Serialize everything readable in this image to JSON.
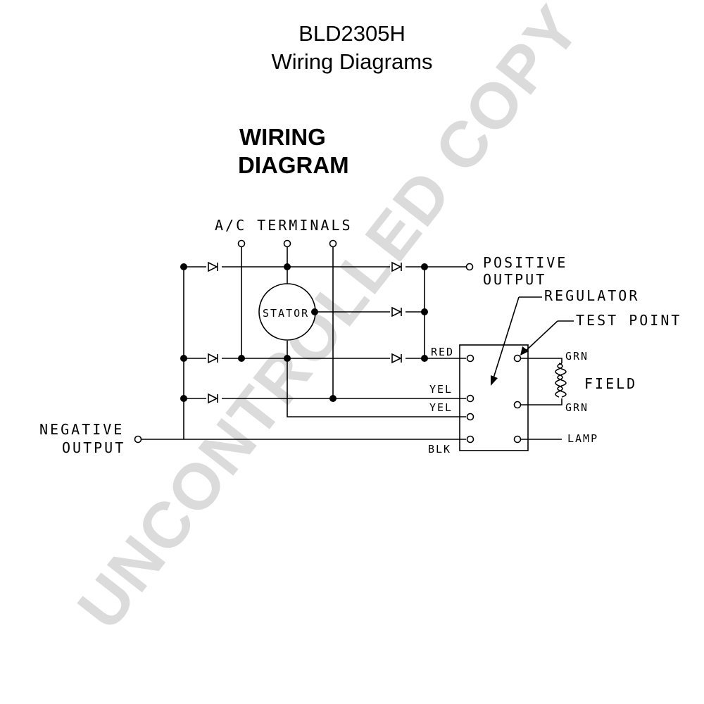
{
  "header": {
    "model": "BLD2305H",
    "subtitle": "Wiring Diagrams"
  },
  "diagram": {
    "title_line1": "WIRING",
    "title_line2": "DIAGRAM",
    "labels": {
      "ac_terminals": "A/C TERMINALS",
      "positive_output_1": "POSITIVE",
      "positive_output_2": "OUTPUT",
      "negative_output_1": "NEGATIVE",
      "negative_output_2": "OUTPUT",
      "stator": "STATOR",
      "regulator": "REGULATOR",
      "test_point": "TEST POINT",
      "field": "FIELD",
      "red": "RED",
      "yel_1": "YEL",
      "yel_2": "YEL",
      "blk": "BLK",
      "grn_1": "GRN",
      "grn_2": "GRN",
      "lamp": "LAMP"
    }
  },
  "watermark": {
    "text": "UNCONTROLLED COPY",
    "color": "#cfcfcf"
  }
}
